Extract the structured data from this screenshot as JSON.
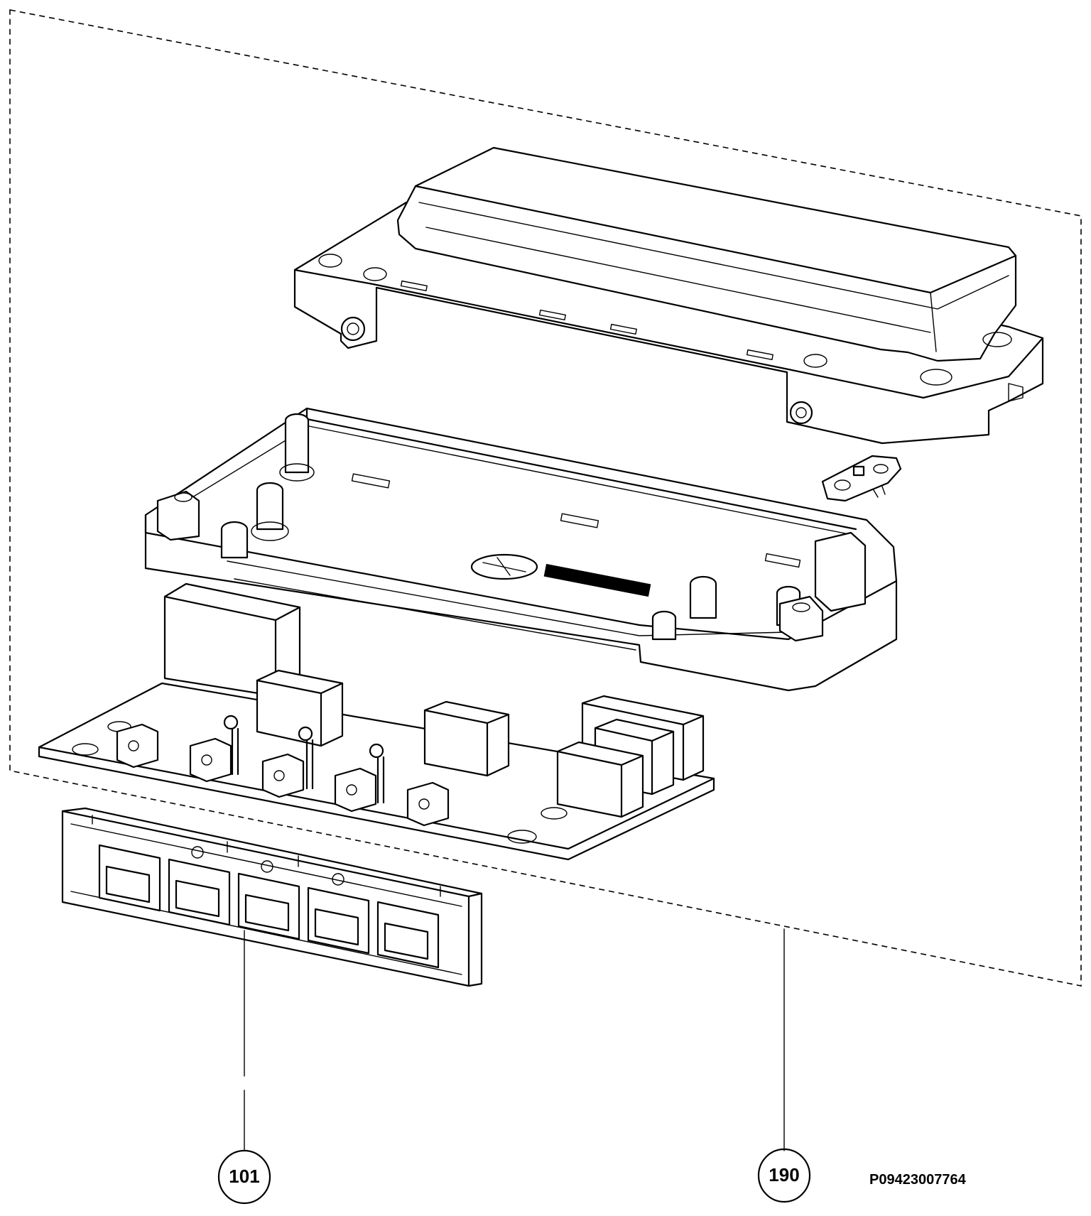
{
  "callouts": [
    {
      "id": "101",
      "label": "101"
    },
    {
      "id": "190",
      "label": "190"
    }
  ],
  "drawing_id": "P09423007764"
}
